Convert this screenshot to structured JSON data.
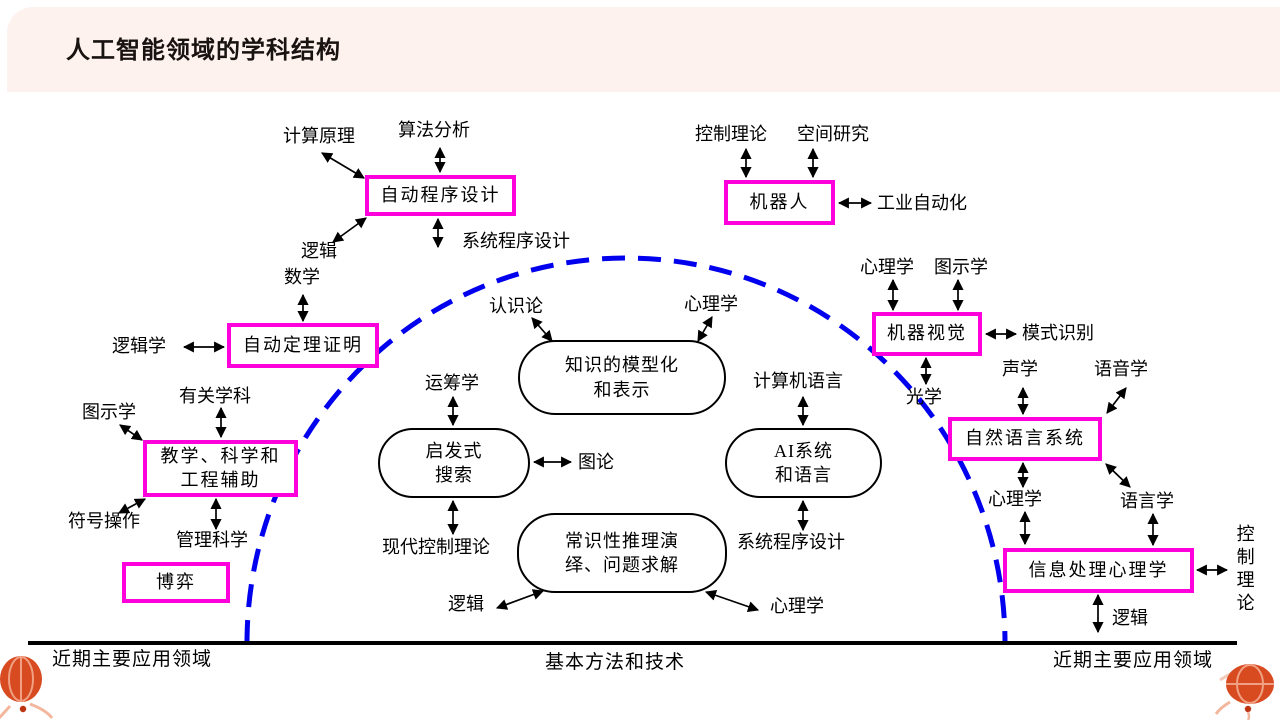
{
  "title": "人工智能领域的学科结构",
  "colors": {
    "box_border": "#ff00dd",
    "arc_blue": "#0000ee",
    "band_pink": "#fdf2ee",
    "baseline_black": "#000000",
    "lantern_red": "#d84a20"
  },
  "boxes": {
    "auto_programming": "自动程序设计",
    "robot": "机器人",
    "theorem_proving": "自动定理证明",
    "teaching_aid_line1": "教学、科学和",
    "teaching_aid_line2": "工程辅助",
    "game_playing": "博弈",
    "machine_vision": "机器视觉",
    "natural_language": "自然语言系统",
    "info_processing_psychology": "信息处理心理学"
  },
  "ovals": {
    "knowledge_line1": "知识的模型化",
    "knowledge_line2": "和表示",
    "heuristic_line1": "启发式",
    "heuristic_line2": "搜索",
    "ai_systems_line1": "AI系统",
    "ai_systems_line2": "和语言",
    "commonsense_line1": "常识性推理演",
    "commonsense_line2": "绎、问题求解"
  },
  "labels": {
    "computing_principles": "计算原理",
    "algorithm_analysis": "算法分析",
    "system_programming_top": "系统程序设计",
    "logic_top": "逻辑",
    "math": "数学",
    "logic_science": "逻辑学",
    "graphics_left": "图示学",
    "related_disciplines": "有关学科",
    "symbol_manipulation": "符号操作",
    "management_science": "管理科学",
    "control_theory_top": "控制理论",
    "space_research": "空间研究",
    "industrial_automation": "工业自动化",
    "epistemology": "认识论",
    "psychology_center": "心理学",
    "operations_research": "运筹学",
    "graph_theory": "图论",
    "modern_control_theory": "现代控制理论",
    "computer_language": "计算机语言",
    "system_programming_bottom": "系统程序设计",
    "psychology_vision": "心理学",
    "graphics_vision": "图示学",
    "pattern_recognition": "模式识别",
    "optics": "光学",
    "acoustics": "声学",
    "phonetics": "语音学",
    "psychology_nl": "心理学",
    "linguistics": "语言学",
    "logic_commonsense": "逻辑",
    "psychology_commonsense": "心理学",
    "logic_bottom_right": "逻辑",
    "control_theory_right": "控制理论"
  },
  "footer": {
    "left": "近期主要应用领域",
    "center": "基本方法和技术",
    "right": "近期主要应用领域"
  }
}
